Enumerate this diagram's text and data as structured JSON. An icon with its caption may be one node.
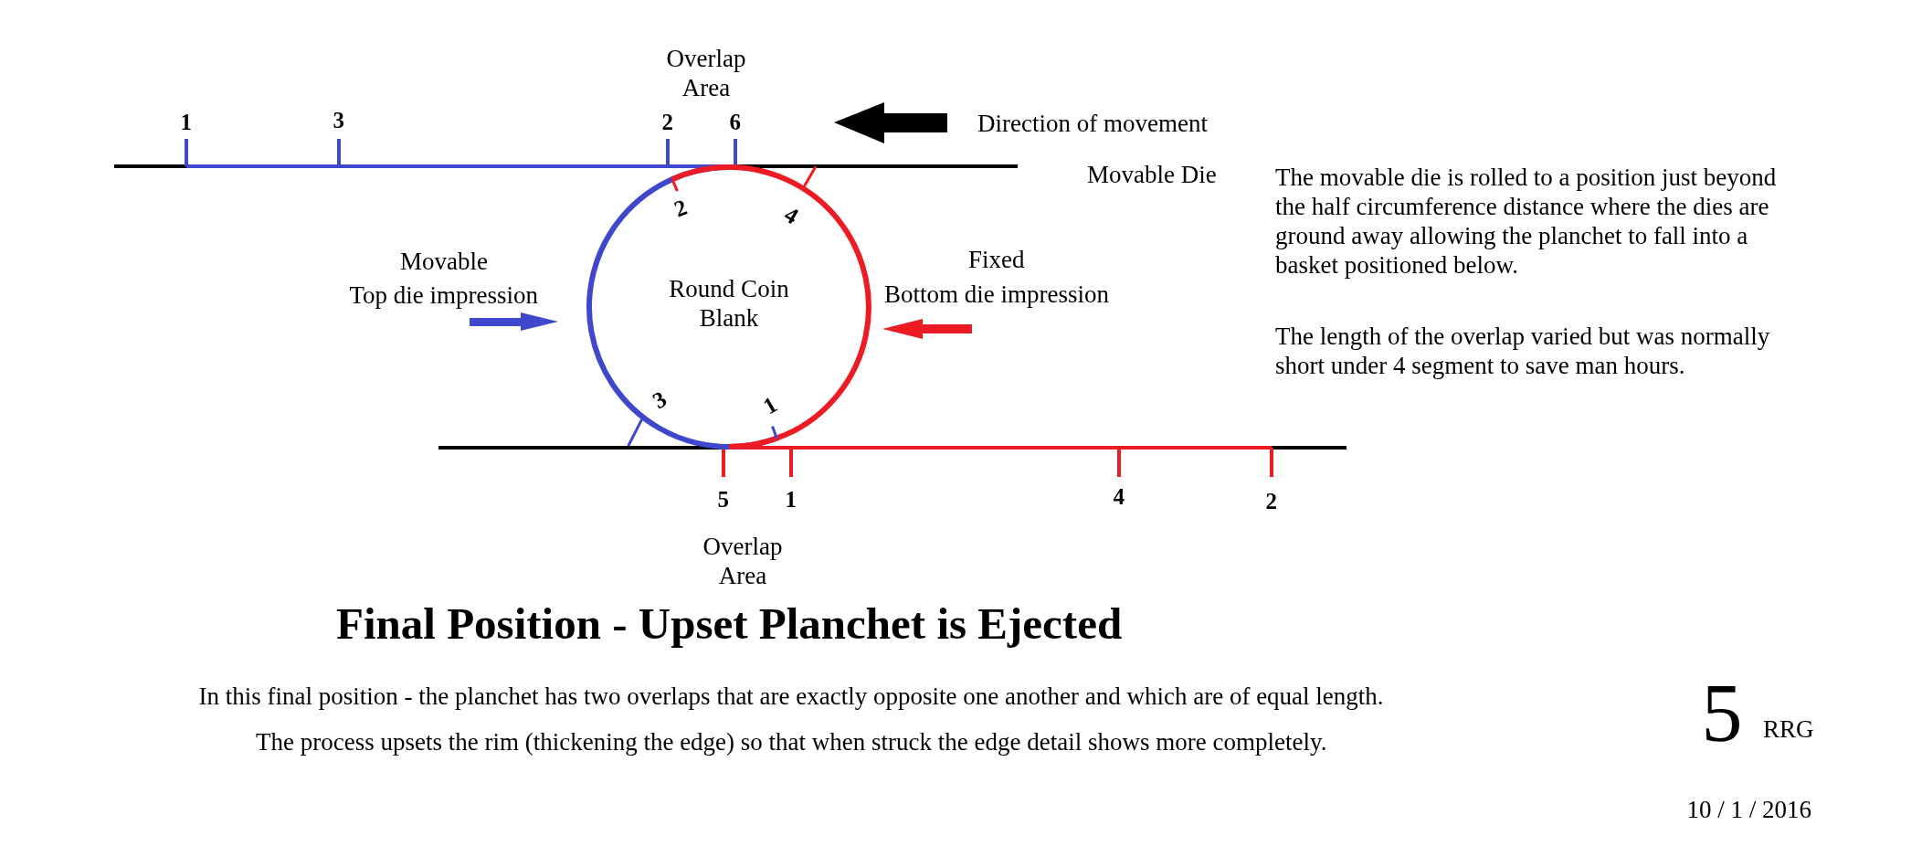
{
  "diagram": {
    "title": "Final Position - Upset Planchet is Ejected",
    "nodes": [
      {
        "text": [
          "Round Coin Blank"
        ]
      }
    ],
    "labels": [
      "Overlap Area",
      "1",
      "3",
      "2",
      "6",
      "Direction of movement",
      "Movable Die",
      "The movable die is rolled to a position just beyond the half circumference distance where the dies are ground away allowing the planchet to fall into a basket positioned below.",
      "2",
      "4",
      "Movable",
      "Top die impression",
      "Fixed",
      "Bottom die impression",
      "The length of the overlap varied but was normally short under 4 segment to save man hours.",
      "3",
      "1",
      "5",
      "1",
      "4",
      "2",
      "Overlap Area",
      "In this final position - the planchet has two overlaps that are exactly opposite one another and which are of equal length.",
      "The process upsets the rim (thickening the edge) so that when struck the edge detail shows more completely.",
      "5",
      "RRG",
      "10 / 1 / 2016"
    ]
  }
}
